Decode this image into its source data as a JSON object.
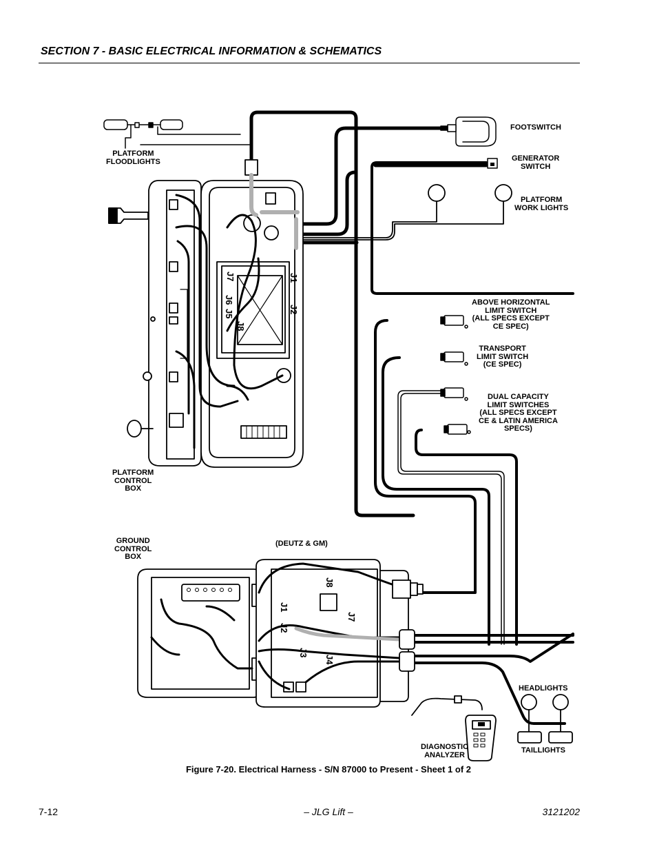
{
  "header": {
    "section_title": "SECTION 7 - BASIC ELECTRICAL INFORMATION & SCHEMATICS"
  },
  "labels": {
    "footswitch": "FOOTSWITCH",
    "generator_switch": "GENERATOR\nSWITCH",
    "platform_floodlights": "PLATFORM\nFLOODLIGHTS",
    "platform_work_lights": "PLATFORM\nWORK LIGHTS",
    "above_horizontal": "ABOVE HORIZONTAL\nLIMIT SWITCH\n(ALL SPECS EXCEPT\nCE SPEC)",
    "transport_limit": "TRANSPORT\nLIMIT SWITCH\n(CE SPEC)",
    "dual_capacity": "DUAL CAPACITY\nLIMIT SWITCHES\n(ALL SPECS EXCEPT\nCE & LATIN AMERICA\nSPECS)",
    "platform_control_box": "PLATFORM\nCONTROL\nBOX",
    "ground_control_box": "GROUND\nCONTROL\nBOX",
    "deutz_gm": "(DEUTZ & GM)",
    "headlights": "HEADLIGHTS",
    "taillights": "TAILLIGHTS",
    "diagnostic_analyzer": "DIAGNOSTIC\nANALYZER"
  },
  "connectors": {
    "platform": [
      "J7",
      "J1",
      "J6",
      "J5",
      "J8",
      "J2"
    ],
    "ground": [
      "J8",
      "J1",
      "J7",
      "J2",
      "J3",
      "J4"
    ]
  },
  "caption": "Figure 7-20.  Electrical Harness - S/N 87000 to Present - Sheet 1 of 2",
  "footer": {
    "page": "7-12",
    "center": "– JLG Lift –",
    "doc": "3121202"
  },
  "diagram_colors": {
    "line": "#000000",
    "fill": "#ffffff",
    "shade": "#b0b0b0"
  }
}
